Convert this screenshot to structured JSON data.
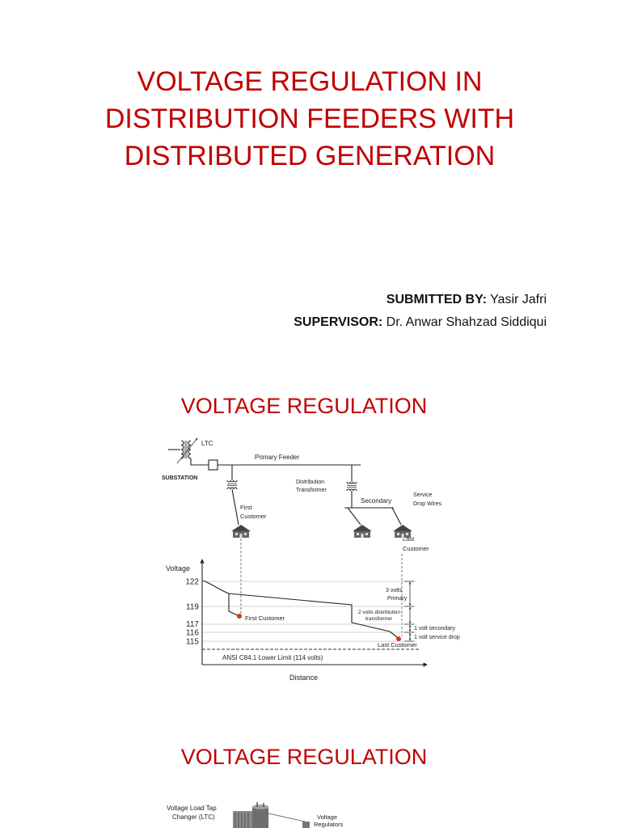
{
  "colors": {
    "title": "#c00000",
    "text": "#111111",
    "customer_marker": "#d0391b"
  },
  "slides": [
    {
      "title_lines": [
        "VOLTAGE REGULATION IN",
        "DISTRIBUTION FEEDERS WITH",
        "DISTRIBUTED GENERATION"
      ],
      "submitted_by": {
        "label": "SUBMITTED BY:",
        "value": "Yasir Jafri"
      },
      "supervisor": {
        "label": "SUPERVISOR:",
        "value": "Dr. Anwar Shahzad Siddiqui"
      }
    },
    {
      "title": "VOLTAGE REGULATION",
      "diagram": {
        "ltc_label": "LTC",
        "primary_feeder_label": "Primary Feeder",
        "substation_label": "SUBSTATION",
        "first_customer_label": [
          "First",
          "Customer"
        ],
        "distribution_transformer_label": [
          "Distribution",
          "Transformer"
        ],
        "secondary_label": "Secondary",
        "service_drop_label": [
          "Service",
          "Drop Wires"
        ],
        "last_customer_label": [
          "Last",
          "Customer"
        ],
        "y_axis_label": "Voltage",
        "x_axis_label": "Distance",
        "y_ticks": [
          122,
          119,
          117,
          116,
          115
        ],
        "ansi_limit_label": "ANSI C84.1 Lower Limit (114 volts)",
        "first_customer_marker_label": "First Customer",
        "last_customer_marker_label": "Last Customer",
        "annotations": {
          "primary": [
            "3 volts",
            "Primary"
          ],
          "transformer": [
            "2 volts distribution",
            "transformer"
          ],
          "secondary": "1 volt secondary",
          "service_drop": "1 volt service drop"
        }
      }
    },
    {
      "title": "VOLTAGE REGULATION",
      "figure": {
        "ltc_label": [
          "Voltage Load Tap",
          "Changer (LTC)"
        ],
        "regulators_label": [
          "Voltage",
          "Regulators"
        ]
      }
    }
  ]
}
